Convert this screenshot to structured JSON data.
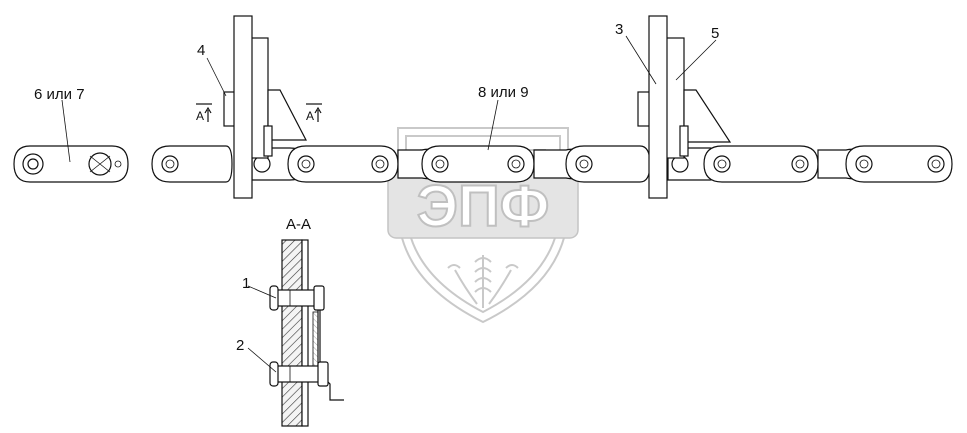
{
  "callouts": {
    "c1": "1",
    "c2": "2",
    "c3": "3",
    "c4": "4",
    "c5": "5",
    "c6": "6 или 7",
    "c8": "8 или 9"
  },
  "section": {
    "title": "А-А",
    "mark_left": "А",
    "mark_right": "А"
  },
  "watermark": {
    "text": "ЭПФ"
  }
}
